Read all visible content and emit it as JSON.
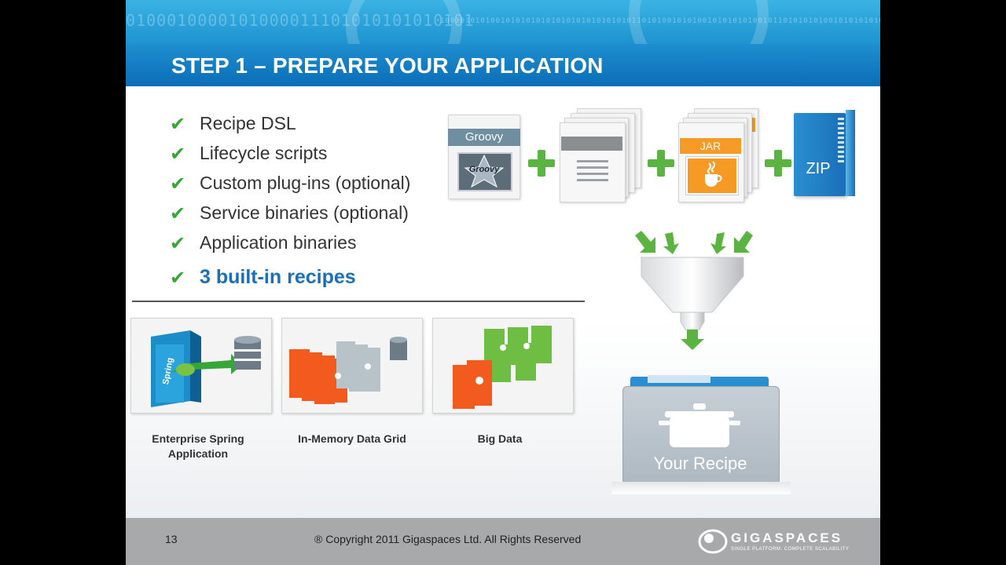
{
  "slide": {
    "title": "STEP 1 – PREPARE YOUR APPLICATION",
    "binary_decoration": "0100010000101000011101010101010101",
    "binary_small": "1001010101001010101010101010101010101011010100101010010101010100101101010101001010101010100101010101010101010101010101",
    "bullets": [
      {
        "check": "✔",
        "text": "Recipe DSL"
      },
      {
        "check": "✔",
        "text": "Lifecycle scripts"
      },
      {
        "check": "✔",
        "text": "Custom plug-ins (optional)"
      },
      {
        "check": "✔",
        "text": "Service binaries (optional)"
      },
      {
        "check": "✔",
        "text": "Application binaries"
      }
    ],
    "highlight_bullet": {
      "check": "✔",
      "text": "3 built-in recipes"
    },
    "file_icons": {
      "groovy_label": "Groovy",
      "groovy_logo": "Groovy",
      "jar_label": "JAR",
      "zip_label": "ZIP"
    },
    "recipes": [
      {
        "label": "Enterprise Spring Application",
        "icon_text": "Spring"
      },
      {
        "label": "In-Memory Data Grid"
      },
      {
        "label": "Big Data"
      }
    ],
    "result_label": "Your Recipe"
  },
  "footer": {
    "page_number": "13",
    "copyright": "® Copyright 2011 Gigaspaces Ltd. All Rights Reserved",
    "logo_text": "GIGASPACES",
    "logo_tagline": "SINGLE PLATFORM. COMPLETE SCALABILITY"
  },
  "colors": {
    "title_bar": "#0b6db7",
    "check_green": "#36a737",
    "highlight_blue": "#1b6fb8",
    "footer_gray": "#a7a9ab",
    "funnel_arrow_green": "#5bb442"
  },
  "icons": [
    "check-icon",
    "groovy-file-icon",
    "text-file-icon",
    "jar-file-icon",
    "zip-file-icon",
    "plus-icon",
    "funnel-icon",
    "cooking-pot-icon",
    "database-icon",
    "gigaspaces-logo"
  ]
}
